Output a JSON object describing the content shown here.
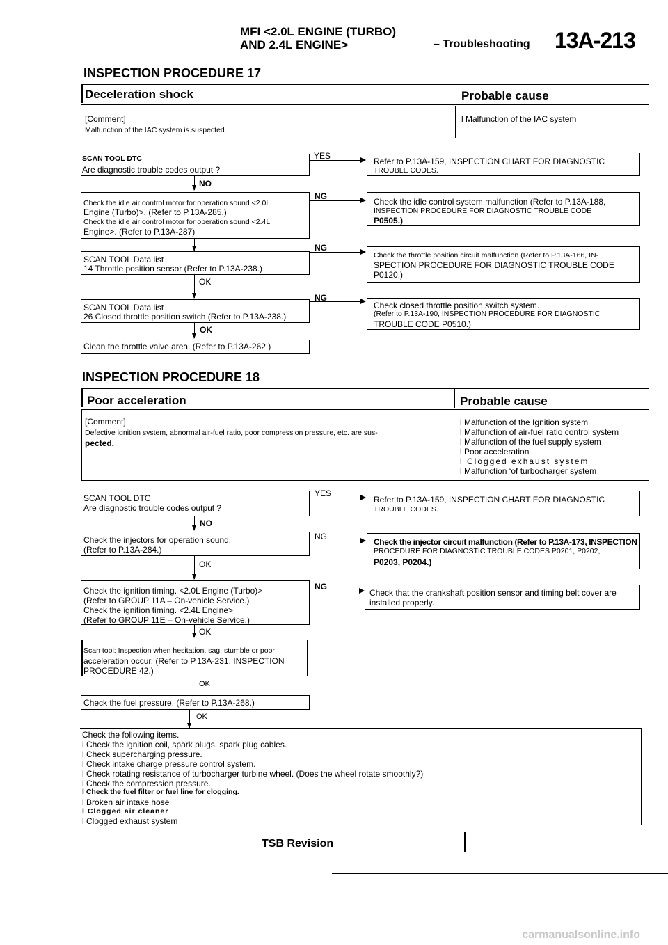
{
  "header": {
    "line1": "MFI <2.0L ENGINE (TURBO)",
    "line2": "AND 2.4L ENGINE>",
    "section": "– Troubleshooting",
    "page_number": "13A-213"
  },
  "proc17": {
    "title": "INSPECTION PROCEDURE 17",
    "symptom": "Deceleration shock",
    "probable_cause_label": "Probable cause",
    "comment_label": "[Comment]",
    "comment_text": "Malfunction of the IAC system is suspected.",
    "causes": [
      "l   Malfunction of the IAC system"
    ],
    "steps": {
      "s1_line1": "SCAN TOOL DTC",
      "s1_line2": "Are diagnostic trouble codes output ?",
      "r1_line1": "Refer to P.13A-159, INSPECTION CHART FOR DIAGNOSTIC",
      "r1_line2": "TROUBLE CODES.",
      "s2_line1": "Check the idle air control motor for operation sound <2.0L",
      "s2_line2": "Engine (Turbo)>. (Refer to P.13A-285.)",
      "s2_line3": "Check the idle air control motor for operation sound <2.4L",
      "s2_line4": "Engine>. (Refer to P.13A-287)",
      "r2_line1": "Check the idle control system malfunction (Refer to P.13A-188,",
      "r2_line2": "INSPECTION PROCEDURE FOR DIAGNOSTIC TROUBLE CODE",
      "r2_line3": "P0505.)",
      "s3_line1": "SCAN TOOL Data list",
      "s3_line2": "14 Throttle position sensor (Refer to P.13A-238.)",
      "r3_line1": "Check the throttle position circuit malfunction (Refer to P.13A-166, IN-",
      "r3_line2": "SPECTION PROCEDURE FOR DIAGNOSTIC TROUBLE CODE",
      "r3_line3": "P0120.)",
      "s4_line1": "SCAN TOOL Data list",
      "s4_line2": "26 Closed throttle position switch (Refer to P.13A-238.)",
      "r4_line1": "Check closed throttle position switch system.",
      "r4_line2": "(Refer to P.13A-190, INSPECTION PROCEDURE FOR DIAGNOSTIC",
      "r4_line3": "TROUBLE CODE P0510.)",
      "s5": "Clean the throttle valve area. (Refer to P.13A-262.)"
    },
    "labels": {
      "yes": "YES",
      "no": "NO",
      "ng": "NG",
      "ok": "OK"
    }
  },
  "proc18": {
    "title": "INSPECTION PROCEDURE 18",
    "symptom": "Poor acceleration",
    "probable_cause_label": "Probable cause",
    "comment_label": "[Comment]",
    "comment_line1": "Defective ignition system, abnormal air-fuel ratio, poor compression pressure, etc. are sus-",
    "comment_line2": "pected.",
    "causes": [
      "l   Malfunction of the Ignition system",
      "l  Malfunction of air-fuel ratio control system",
      "l   Malfunction of the fuel supply system",
      "l  Poor acceleration",
      "l   Clogged exhaust system",
      "l   Malfunction ‘of turbocharger system"
    ],
    "steps": {
      "s1_line1": "SCAN TOOL DTC",
      "s1_line2": "Are diagnostic trouble codes output ?",
      "r1_line1": "Refer to P.13A-159, INSPECTION CHART FOR DIAGNOSTIC",
      "r1_line2": "TROUBLE CODES.",
      "s2_line1": "Check the injectors for operation sound.",
      "s2_line2": "(Refer to P.13A-284.)",
      "r2_line1": "Check the injector circuit malfunction (Refer to P.13A-173, INSPECTION",
      "r2_line2": "PROCEDURE FOR DIAGNOSTIC TROUBLE CODES P0201, P0202,",
      "r2_line3": "P0203, P0204.)",
      "s3_line1": "Check the ignition timing. <2.0L Engine (Turbo)>",
      "s3_line2": "(Refer to GROUP 11A – On-vehicle Service.)",
      "s3_line3": "Check the ignition timing. <2.4L Engine>",
      "s3_line4": "(Refer to GROUP 11E – On-vehicle Service.)",
      "r3_line1": "Check that the crankshaft position sensor and timing belt cover are",
      "r3_line2": "installed properly.",
      "s4_line1": "Scan tool: Inspection when hesitation, sag, stumble or poor",
      "s4_line2": "acceleration occur. (Refer to P.13A-231, INSPECTION",
      "s4_line3": "PROCEDURE 42.)",
      "s5": "Check the fuel pressure. (Refer to P.13A-268.)",
      "s6_title": "Check the following items.",
      "s6_items": [
        "l  Check the ignition coil, spark plugs, spark plug cables.",
        "l  Check supercharging pressure.",
        "l  Check intake charge pressure control system.",
        "l  Check rotating resistance of turbocharger turbine wheel. (Does the wheel rotate smoothly?)",
        "l  Check the compression pressure.",
        "l   Check the fuel filter or fuel line for clogging.",
        "l  Broken air intake hose",
        "l  Clogged air cleaner",
        "l  Clogged exhaust system"
      ]
    },
    "labels": {
      "yes": "YES",
      "no": "NO",
      "ng": "NG",
      "ok": "OK"
    }
  },
  "footer": {
    "revision": "TSB Revision"
  },
  "watermark": "carmanualsonline.info"
}
